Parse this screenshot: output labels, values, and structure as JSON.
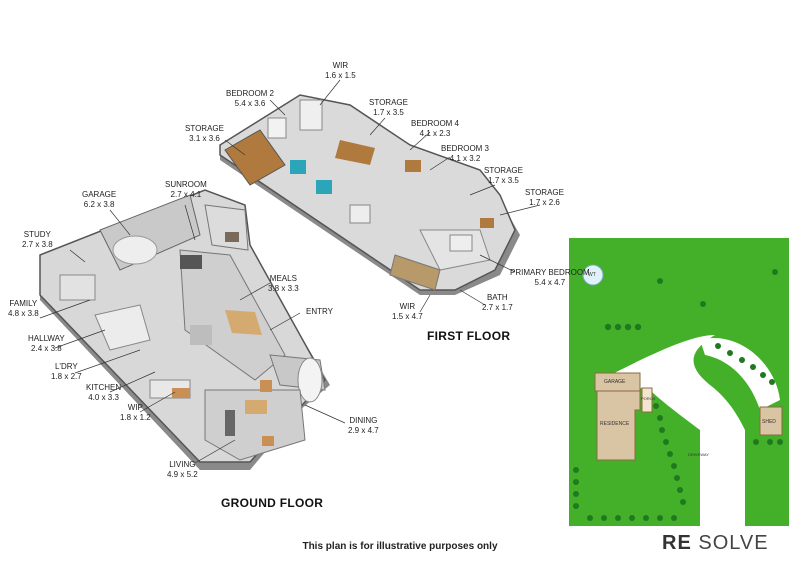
{
  "ground_floor": {
    "title": "GROUND FLOOR",
    "rooms": [
      {
        "name": "STUDY",
        "size": "2.7 x 3.8"
      },
      {
        "name": "GARAGE",
        "size": "6.2 x 3.8"
      },
      {
        "name": "SUNROOM",
        "size": "2.7 x 4.1"
      },
      {
        "name": "FAMILY",
        "size": "4.8 x 3.8"
      },
      {
        "name": "HALLWAY",
        "size": "2.4 x 3.8"
      },
      {
        "name": "L'DRY",
        "size": "1.8 x 2.7"
      },
      {
        "name": "KITCHEN",
        "size": "4.0 x 3.3"
      },
      {
        "name": "WIP",
        "size": "1.8 x 1.2"
      },
      {
        "name": "MEALS",
        "size": "3.8 x 3.3"
      },
      {
        "name": "ENTRY",
        "size": ""
      },
      {
        "name": "DINING",
        "size": "2.9 x 4.7"
      },
      {
        "name": "LIVING",
        "size": "4.9 x 5.2"
      }
    ]
  },
  "first_floor": {
    "title": "FIRST FLOOR",
    "rooms": [
      {
        "name": "WIR",
        "size": "1.6 x 1.5"
      },
      {
        "name": "BEDROOM 2",
        "size": "5.4 x 3.6"
      },
      {
        "name": "STORAGE",
        "size": "1.7 x 3.5"
      },
      {
        "name": "STORAGE",
        "size": "3.1 x 3.6"
      },
      {
        "name": "BEDROOM 4",
        "size": "4.1 x 2.3"
      },
      {
        "name": "BEDROOM 3",
        "size": "4.1 x 3.2"
      },
      {
        "name": "STORAGE",
        "size": "1.7 x 3.5"
      },
      {
        "name": "STORAGE",
        "size": "1.7 x 2.6"
      },
      {
        "name": "PRIMARY BEDROOM",
        "size": "5.4 x 4.7"
      },
      {
        "name": "BATH",
        "size": "2.7 x 1.7"
      },
      {
        "name": "WIR",
        "size": "1.5 x 4.7"
      }
    ]
  },
  "site_plan": {
    "labels": {
      "wt": "WT",
      "garage": "GARAGE",
      "residence": "RESIDENCE",
      "porch": "PORCH",
      "driveway": "DRIVEWAY",
      "shed": "SHED"
    },
    "colors": {
      "lawn": "#44b02a",
      "path": "#ffffff",
      "building": "#d9c4a3",
      "tree": "#1f7a1f"
    }
  },
  "footer": {
    "disclaimer": "This plan is for illustrative purposes only",
    "logo_bold": "RE",
    "logo_light": "SOLVE"
  }
}
